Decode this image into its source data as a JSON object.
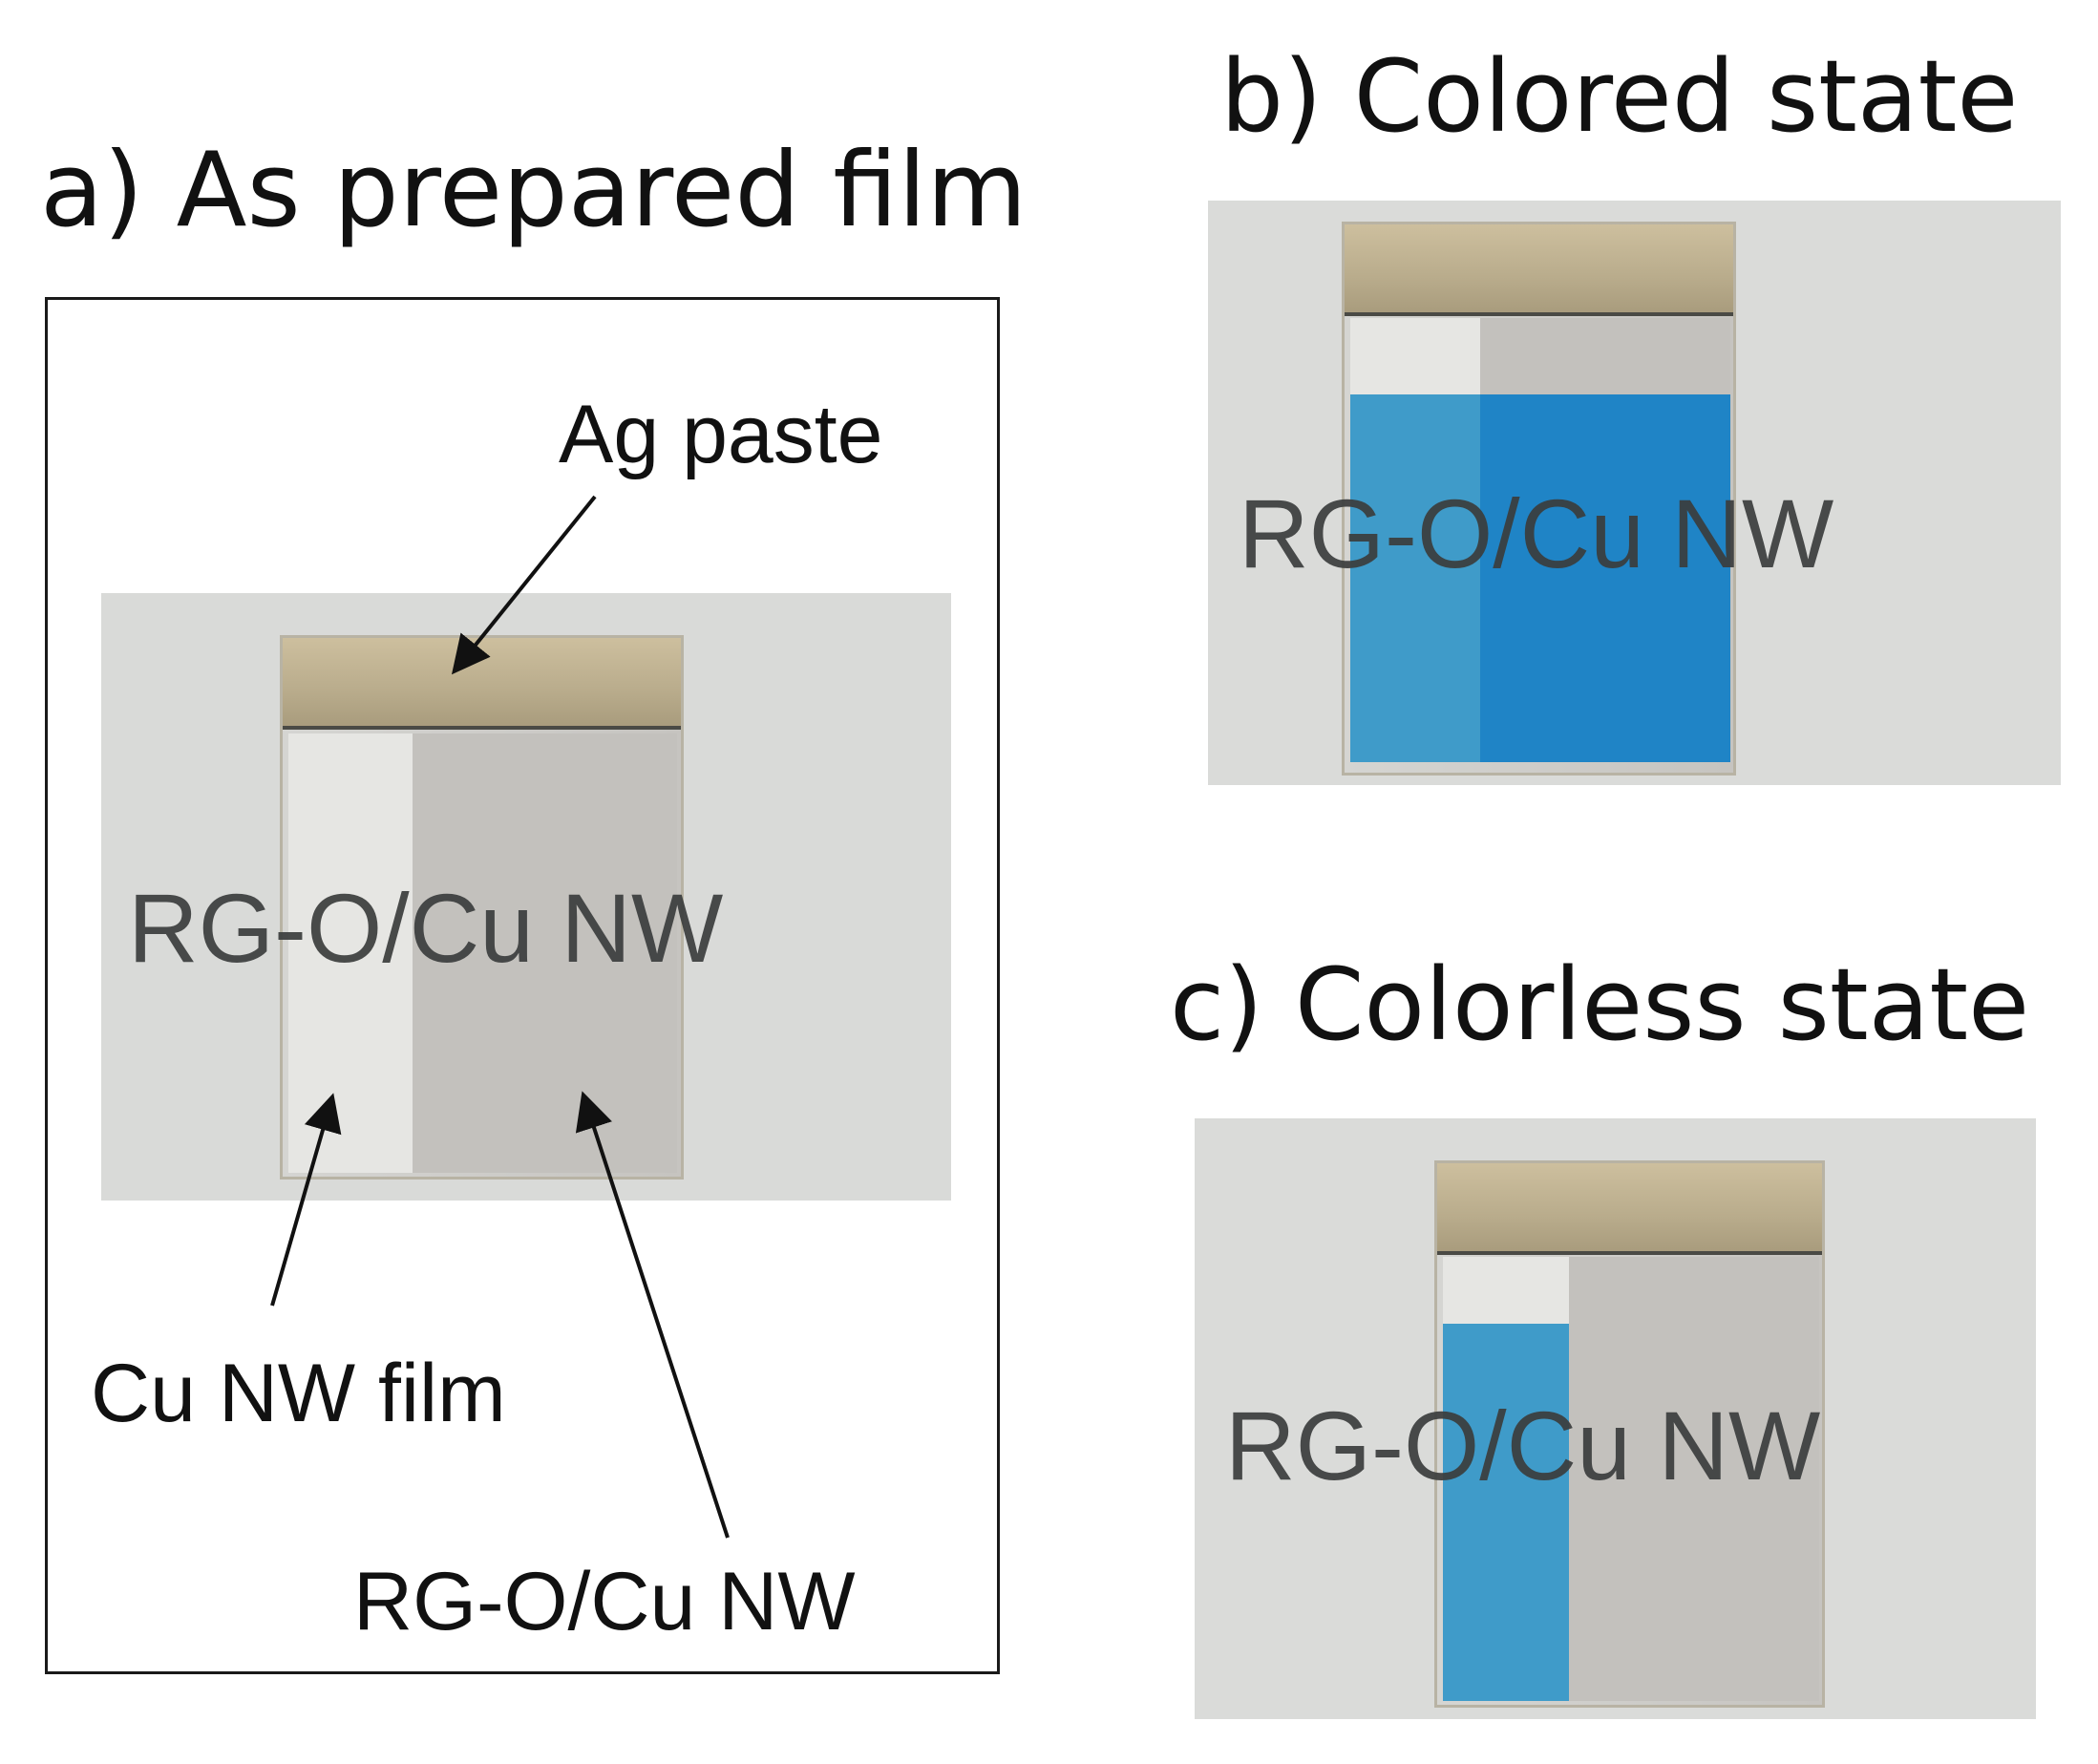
{
  "panels": {
    "a": {
      "title": "a) As prepared film",
      "sample_text": "RG-O/Cu NW"
    },
    "b": {
      "title": "b) Colored state",
      "sample_text": "RG-O/Cu NW"
    },
    "c": {
      "title": "c) Colorless state",
      "sample_text": "RG-O/Cu NW"
    }
  },
  "callouts": {
    "ag_paste": "Ag paste",
    "cu_nw_film": "Cu NW film",
    "rgo_cu_nw": "RG-O/Cu NW"
  },
  "colors": {
    "background": "#dadbd9",
    "ag_paste": "#bfb293",
    "blue_light": "#3f9bc9",
    "blue_dark": "#1f84c6",
    "text": "#111111"
  }
}
